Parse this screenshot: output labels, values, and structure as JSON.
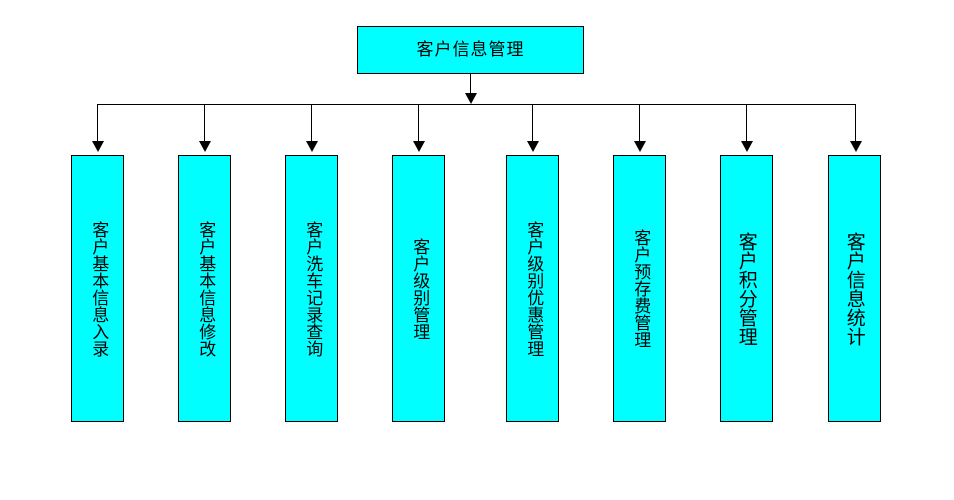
{
  "diagram": {
    "type": "organizational-tree",
    "title": "客户信息管理",
    "root": {
      "label": "客户信息管理",
      "fill_color": "#00ffff",
      "border_color": "#000000"
    },
    "children": [
      {
        "label": "客户基本信息入录"
      },
      {
        "label": "客户基本信息修改"
      },
      {
        "label": "客户洗车记录查询"
      },
      {
        "label": "客户级别管理"
      },
      {
        "label": "客户级别优惠管理"
      },
      {
        "label": "客户预存费管理"
      },
      {
        "label": "客户积分管理"
      },
      {
        "label": "客户信息统计"
      }
    ],
    "colors": {
      "node_fill": "#00ffff",
      "node_border": "#000000",
      "connector": "#000000",
      "background": "#ffffff",
      "text": "#000000"
    }
  }
}
